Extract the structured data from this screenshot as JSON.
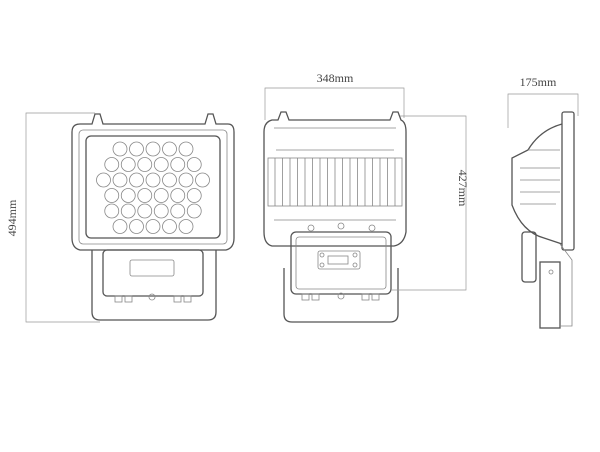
{
  "dimensions": {
    "height_total": "494mm",
    "width": "348mm",
    "height_body": "427mm",
    "depth": "175mm"
  },
  "led_rows": [
    5,
    6,
    7,
    6,
    6,
    5
  ]
}
